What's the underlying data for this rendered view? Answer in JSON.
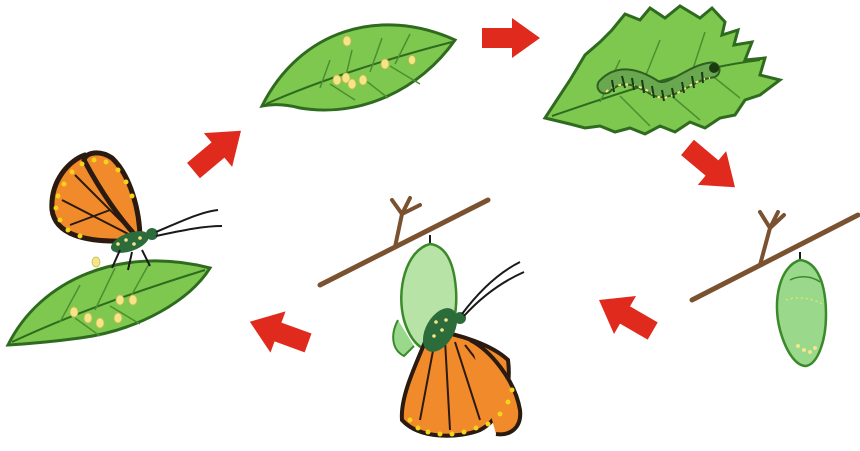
{
  "diagram": {
    "type": "cycle",
    "stages": [
      {
        "id": "eggs",
        "name": "eggs-on-leaf"
      },
      {
        "id": "caterpillar",
        "name": "caterpillar-on-leaf"
      },
      {
        "id": "chrysalis",
        "name": "chrysalis-on-branch"
      },
      {
        "id": "emerging",
        "name": "butterfly-emerging"
      },
      {
        "id": "adult",
        "name": "adult-butterfly-on-leaf"
      }
    ],
    "arrow_count": 5,
    "colors": {
      "leaf": "#7ec850",
      "leaf_dark": "#3a8a2a",
      "vein": "#2f6b1f",
      "egg": "#f4e58a",
      "arrow": "#e02a1e",
      "branch": "#7a5230",
      "chrysalis": "#9ad88c",
      "wing": "#f08a2a",
      "wing_border": "#2a1a10",
      "wing_dot": "#f5d21c",
      "body": "#2c6b3a",
      "caterpillar": "#6aa84f"
    }
  }
}
